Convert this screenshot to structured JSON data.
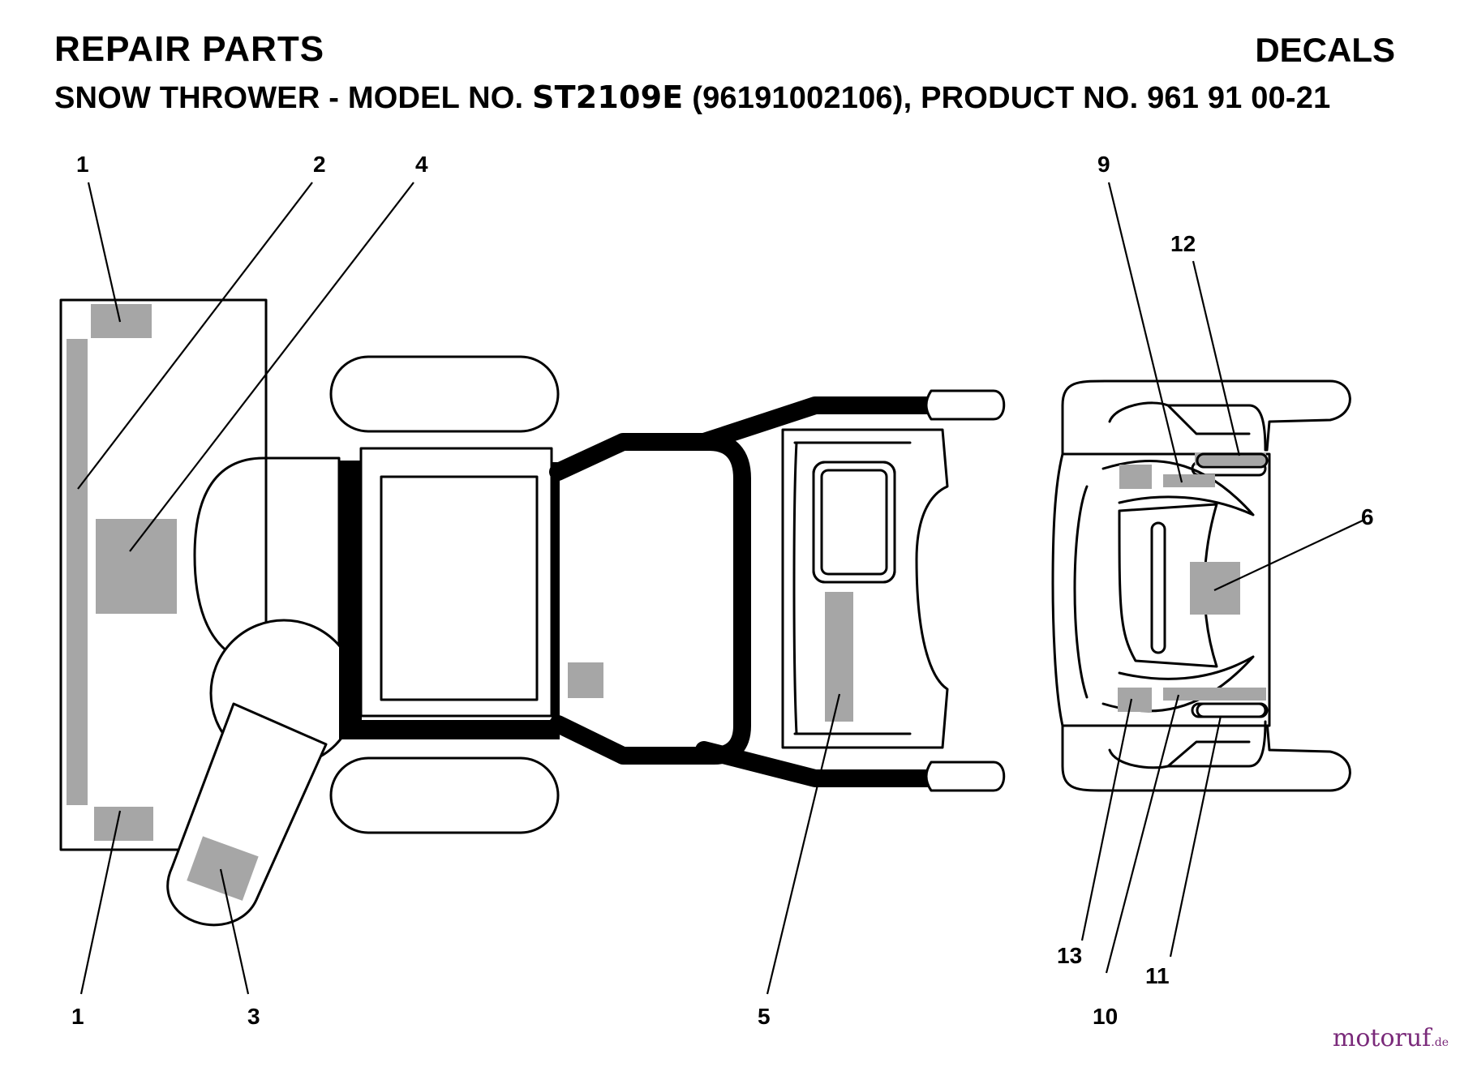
{
  "header": {
    "title_left": "REPAIR PARTS",
    "title_right": "DECALS",
    "subtitle_prefix": "SNOW THROWER - MODEL NO. ",
    "model": "ST2109E",
    "subtitle_suffix": " (96191002106), PRODUCT NO. 961 91 00-21"
  },
  "callouts": {
    "c1_top": "1",
    "c2": "2",
    "c4": "4",
    "c9": "9",
    "c12": "12",
    "c6": "6",
    "c1_bottom": "1",
    "c3": "3",
    "c5": "5",
    "c13": "13",
    "c10": "10",
    "c11": "11"
  },
  "watermark": {
    "brand": "motoruf",
    "tld": ".de"
  },
  "colors": {
    "decal_fill": "#a6a6a6",
    "outline": "#000000",
    "watermark": "#7a2a7a"
  }
}
